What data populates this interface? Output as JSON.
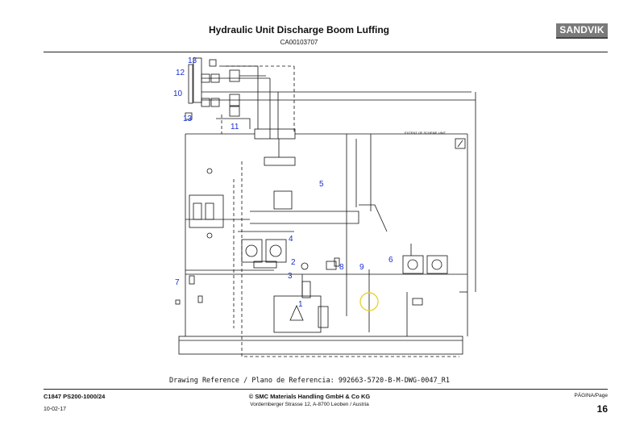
{
  "header": {
    "title": "Hydraulic Unit Discharge Boom Luffing",
    "doc_number": "CA00103707",
    "brand": "SANDVIK"
  },
  "diagram": {
    "callouts": [
      "13",
      "12",
      "10",
      "13",
      "11",
      "5",
      "4",
      "2",
      "3",
      "8",
      "9",
      "6",
      "7",
      "1"
    ],
    "label_extent": "EXTENT OF SCHEME UNIT"
  },
  "drawing_reference": "Drawing Reference / Plano de Referencia: 992663-5720-B-M-DWG-0047_R1",
  "footer": {
    "doc_code": "C1847 PS200-1000/24",
    "date": "10-02-17",
    "company": "© SMC Materials Handling GmbH & Co KG",
    "address": "Vordernberger Strasse 12, A-8700 Leoben / Austria",
    "page_label": "PÁGINA/Page",
    "page_number": "16"
  },
  "colors": {
    "callout": "#1a2fd0",
    "highlight": "#e8d43a",
    "line": "#111111"
  }
}
